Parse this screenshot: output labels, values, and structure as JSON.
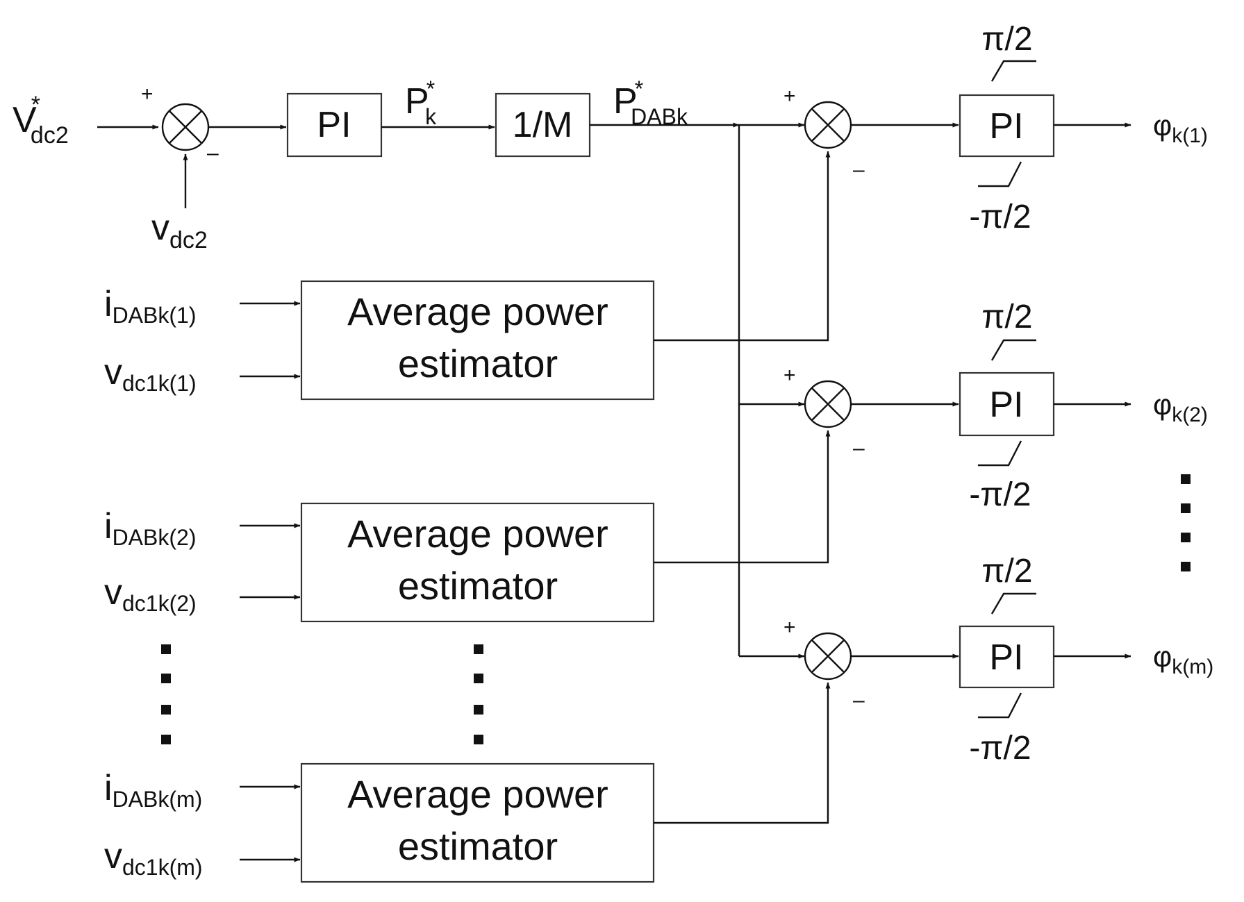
{
  "inputs": {
    "vdc2_ref": {
      "main": "V",
      "sub": "dc2",
      "sup": "*"
    },
    "vdc2_meas": {
      "main": "v",
      "sub": "dc2"
    }
  },
  "blocks": {
    "pi_outer": "PI",
    "inv_m": "1/M",
    "estimator_line1": "Average power",
    "estimator_line2": "estimator",
    "pi_inner": "PI"
  },
  "signals": {
    "pk_ref": {
      "main": "P",
      "sub": "k",
      "sup": "*"
    },
    "pdabk_ref": {
      "main": "P",
      "sub": "DABk",
      "sup": "*"
    }
  },
  "signs": {
    "plus": "+",
    "minus": "–"
  },
  "limits": {
    "upper": "π/2",
    "lower": "-π/2"
  },
  "estimator_inputs": [
    {
      "i_main": "i",
      "i_sub": "DABk(1)",
      "v_main": "v",
      "v_sub": "dc1k(1)"
    },
    {
      "i_main": "i",
      "i_sub": "DABk(2)",
      "v_main": "v",
      "v_sub": "dc1k(2)"
    },
    {
      "i_main": "i",
      "i_sub": "DABk(m)",
      "v_main": "v",
      "v_sub": "dc1k(m)"
    }
  ],
  "outputs": [
    {
      "main": "φ",
      "sub": "k(1)"
    },
    {
      "main": "φ",
      "sub": "k(2)"
    },
    {
      "main": "φ",
      "sub": "k(m)"
    }
  ]
}
